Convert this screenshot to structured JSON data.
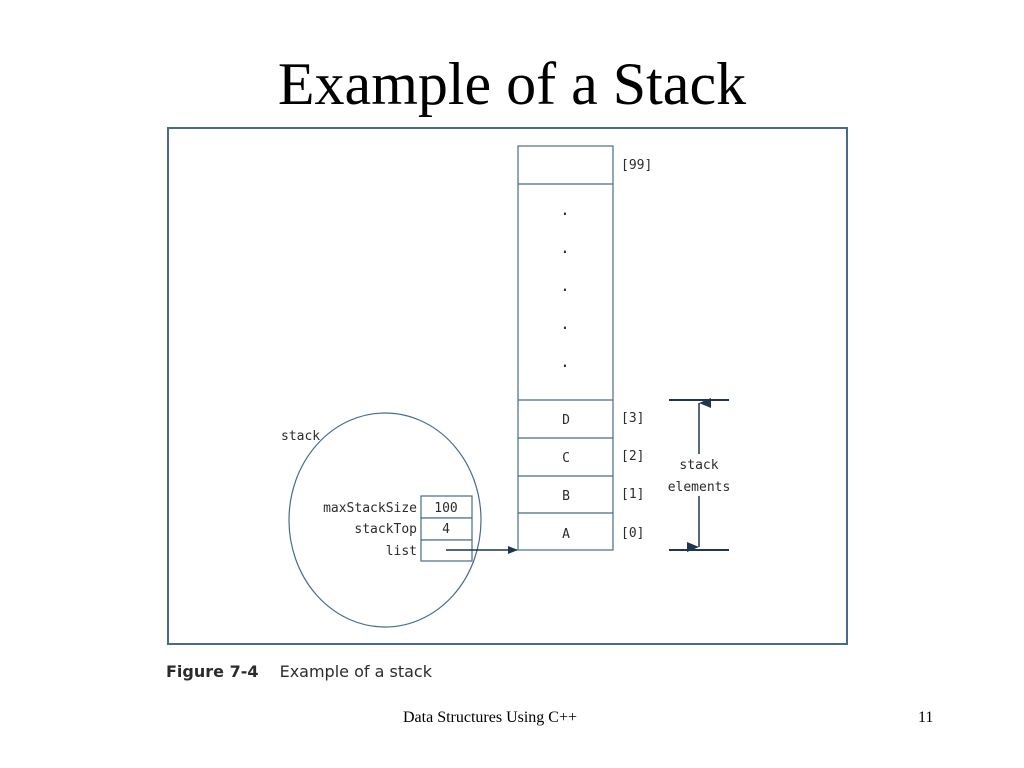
{
  "slide": {
    "title": "Example of a Stack",
    "footer_text": "Data Structures Using C++",
    "page_number": "11"
  },
  "figure": {
    "caption_number": "Figure 7-4",
    "caption_text": "Example of a stack",
    "array": {
      "top_index_label": "[99]",
      "ellipsis": ".",
      "cells": [
        {
          "value": "D",
          "index": "[3]"
        },
        {
          "value": "C",
          "index": "[2]"
        },
        {
          "value": "B",
          "index": "[1]"
        },
        {
          "value": "A",
          "index": "[0]"
        }
      ]
    },
    "stack_elements_label": [
      "stack",
      "elements"
    ],
    "stack_object": {
      "label": "stack",
      "fields": [
        {
          "name": "maxStackSize",
          "value": "100"
        },
        {
          "name": "stackTop",
          "value": "4"
        },
        {
          "name": "list",
          "value": ""
        }
      ]
    },
    "colors": {
      "line": "#4a6a8c",
      "text": "#2b2b2b",
      "arrow": "#1f3550"
    }
  }
}
